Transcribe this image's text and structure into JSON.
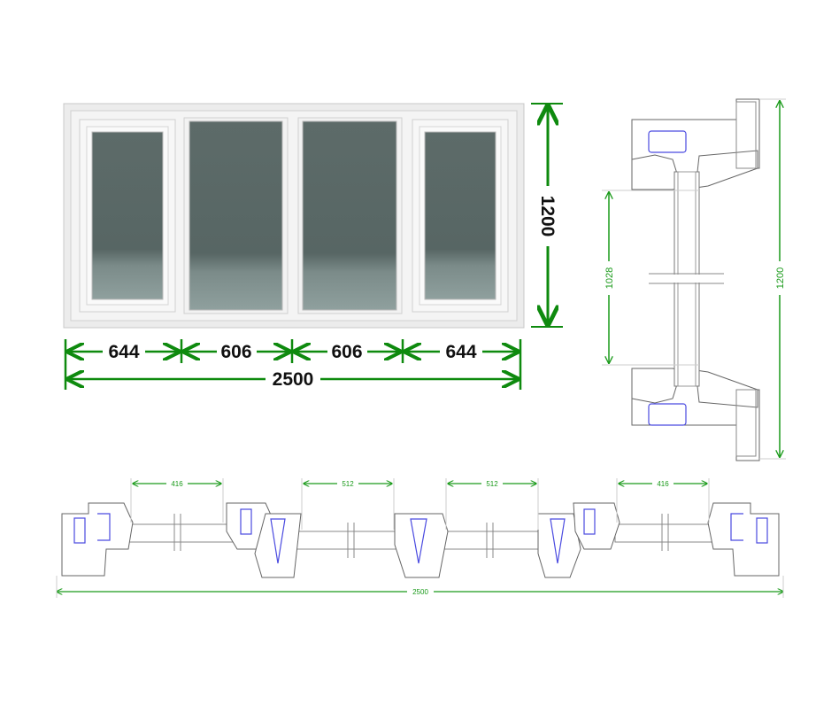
{
  "elevation": {
    "pane_widths": [
      "644",
      "606",
      "606",
      "644"
    ],
    "total_width": "2500",
    "total_height": "1200"
  },
  "vertical_section": {
    "glass_height": "1028",
    "total_height": "1200"
  },
  "horizontal_section": {
    "glass_widths": [
      "416",
      "512",
      "512",
      "416"
    ],
    "total_width": "2500"
  },
  "colors": {
    "dimension_green": "#0e8a0e",
    "glass_top": "#5d6b69",
    "glass_bottom": "#8a9a98",
    "frame": "#eeeeee",
    "gasket_blue": "#4a4ae0"
  }
}
